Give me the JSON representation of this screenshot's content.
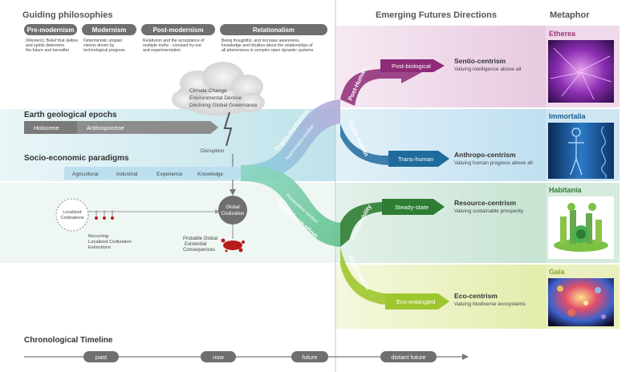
{
  "guiding": {
    "title": "Guiding philosophies",
    "items": [
      {
        "label": "Pre-modernism",
        "desc": [
          "(Western): Belief that deities",
          "and spirits determine",
          "the future and hereafter"
        ]
      },
      {
        "label": "Modernism",
        "desc": [
          "Deterministic utopian",
          "visions driven by",
          "technological progress"
        ]
      },
      {
        "label": "Post-modernism",
        "desc": [
          "Relativism and the acceptance of",
          "multiple truths - constant try-out",
          "and experimentation"
        ]
      },
      {
        "label": "Relationalism",
        "desc": [
          "Being thoughtful, and increase awareness,",
          "knowledge and intuition about the relationships of",
          "all phenomena in complex open dynamic systems"
        ]
      }
    ]
  },
  "cloud": {
    "lines": [
      "Climate Change",
      "Environmental Decline",
      "Declining Global Governance"
    ]
  },
  "epochs": {
    "title": "Earth geological epochs",
    "items": [
      "Holocene",
      "Anthropocene"
    ]
  },
  "disruption": "Disruption",
  "paradigms": {
    "title": "Socio-economic paradigms",
    "items": [
      "Agricultural",
      "Industrial",
      "Experience",
      "Knowledge"
    ]
  },
  "civ": {
    "localized": [
      "Localized",
      "Civilizations"
    ],
    "global": [
      "Global",
      "Civilization"
    ],
    "recurring": [
      "Recurring",
      "Localized Civilization",
      "Extinctions"
    ],
    "probable": [
      "Probable Global",
      "Existential",
      "Consequences"
    ]
  },
  "trans": {
    "mutation": "Trans-mutation",
    "mutation_mindset": "Augmentative mindset",
    "formation": "Transformation",
    "formation_mindset": "Preventative mindset"
  },
  "emerging_title": "Emerging Futures Directions",
  "metaphor_title": "Metaphor",
  "directions": [
    {
      "branch": "Post-Human",
      "tip": "Post-biological",
      "name": "Sentio-centrism",
      "desc": "Valuing intelligence above all",
      "color": "#8e2a77"
    },
    {
      "branch": "Super-human",
      "tip": "Trans-human",
      "name": "Anthropo-centrism",
      "desc": "Valuing human progress above all",
      "color": "#1f6b9c"
    },
    {
      "branch": "Sustainability",
      "tip": "Steady-state",
      "name": "Resource-centrism",
      "desc": "Valuing sustainable prosperity",
      "color": "#2e7d32"
    },
    {
      "branch": "Regeneration",
      "tip": "Eco-entangled",
      "name": "Eco-centrism",
      "desc": "Valuing biodiverse ecosystems",
      "color": "#9ec62f"
    }
  ],
  "metaphors": [
    {
      "name": "Etherea",
      "color": "#a3337f"
    },
    {
      "name": "Immortalia",
      "color": "#1b5d8d"
    },
    {
      "name": "Habitania",
      "color": "#2e7d32"
    },
    {
      "name": "Gaia",
      "color": "#86a81f"
    }
  ],
  "timeline": {
    "title": "Chronological Timeline",
    "marks": [
      "past",
      "now",
      "future",
      "distant future"
    ]
  }
}
